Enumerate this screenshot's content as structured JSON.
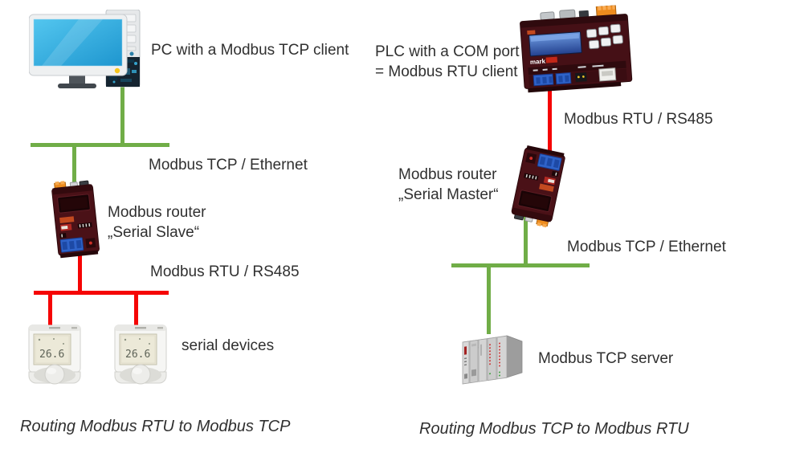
{
  "colors": {
    "ethernet": "#70ad47",
    "serial": "#f50505",
    "text": "#303030"
  },
  "left": {
    "pc_label": "PC with a Modbus TCP client",
    "ethernet_label": "Modbus TCP / Ethernet",
    "router_label_1": "Modbus router",
    "router_label_2": "„Serial Slave“",
    "serial_label": "Modbus RTU / RS485",
    "devices_label": "serial devices",
    "caption": "Routing Modbus RTU to Modbus TCP",
    "thermostat_display": "26.6"
  },
  "right": {
    "plc_label_1": "PLC with a COM port",
    "plc_label_2": "= Modbus RTU client",
    "serial_label": "Modbus RTU / RS485",
    "router_label_1": "Modbus router",
    "router_label_2": "„Serial Master“",
    "ethernet_label": "Modbus TCP / Ethernet",
    "server_label": "Modbus TCP server",
    "caption": "Routing Modbus TCP to Modbus RTU"
  },
  "devices": {
    "plc_brand": "mark"
  }
}
